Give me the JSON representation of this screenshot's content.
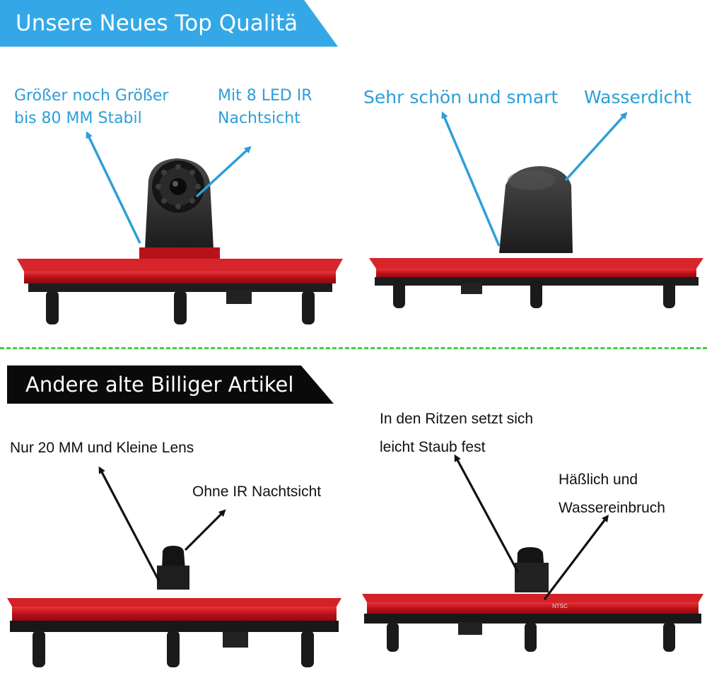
{
  "top_section": {
    "banner": "Unsere Neues Top Qualitä",
    "labels": {
      "size": "Größer noch Größer\nbis 80 MM Stabil",
      "led": "Mit 8 LED IR\nNachtsicht",
      "smart": "Sehr schön und smart",
      "waterproof": "Wasserdicht"
    }
  },
  "bottom_section": {
    "banner": "Andere alte Billiger Artikel",
    "labels": {
      "small_lens": "Nur 20 MM und Kleine Lens",
      "no_ir": "Ohne IR Nachtsicht",
      "dust": "In den Ritzen setzt sich\nleicht Staub fest",
      "ugly": "Häßlich und\nWassereinbruch"
    },
    "housing_marking": "NTSC"
  },
  "colors": {
    "banner_blue": "#34a8e6",
    "arrow_blue": "#2c9fd8",
    "divider_green": "#3bd23b",
    "brake_light_red": "#c8141c"
  }
}
